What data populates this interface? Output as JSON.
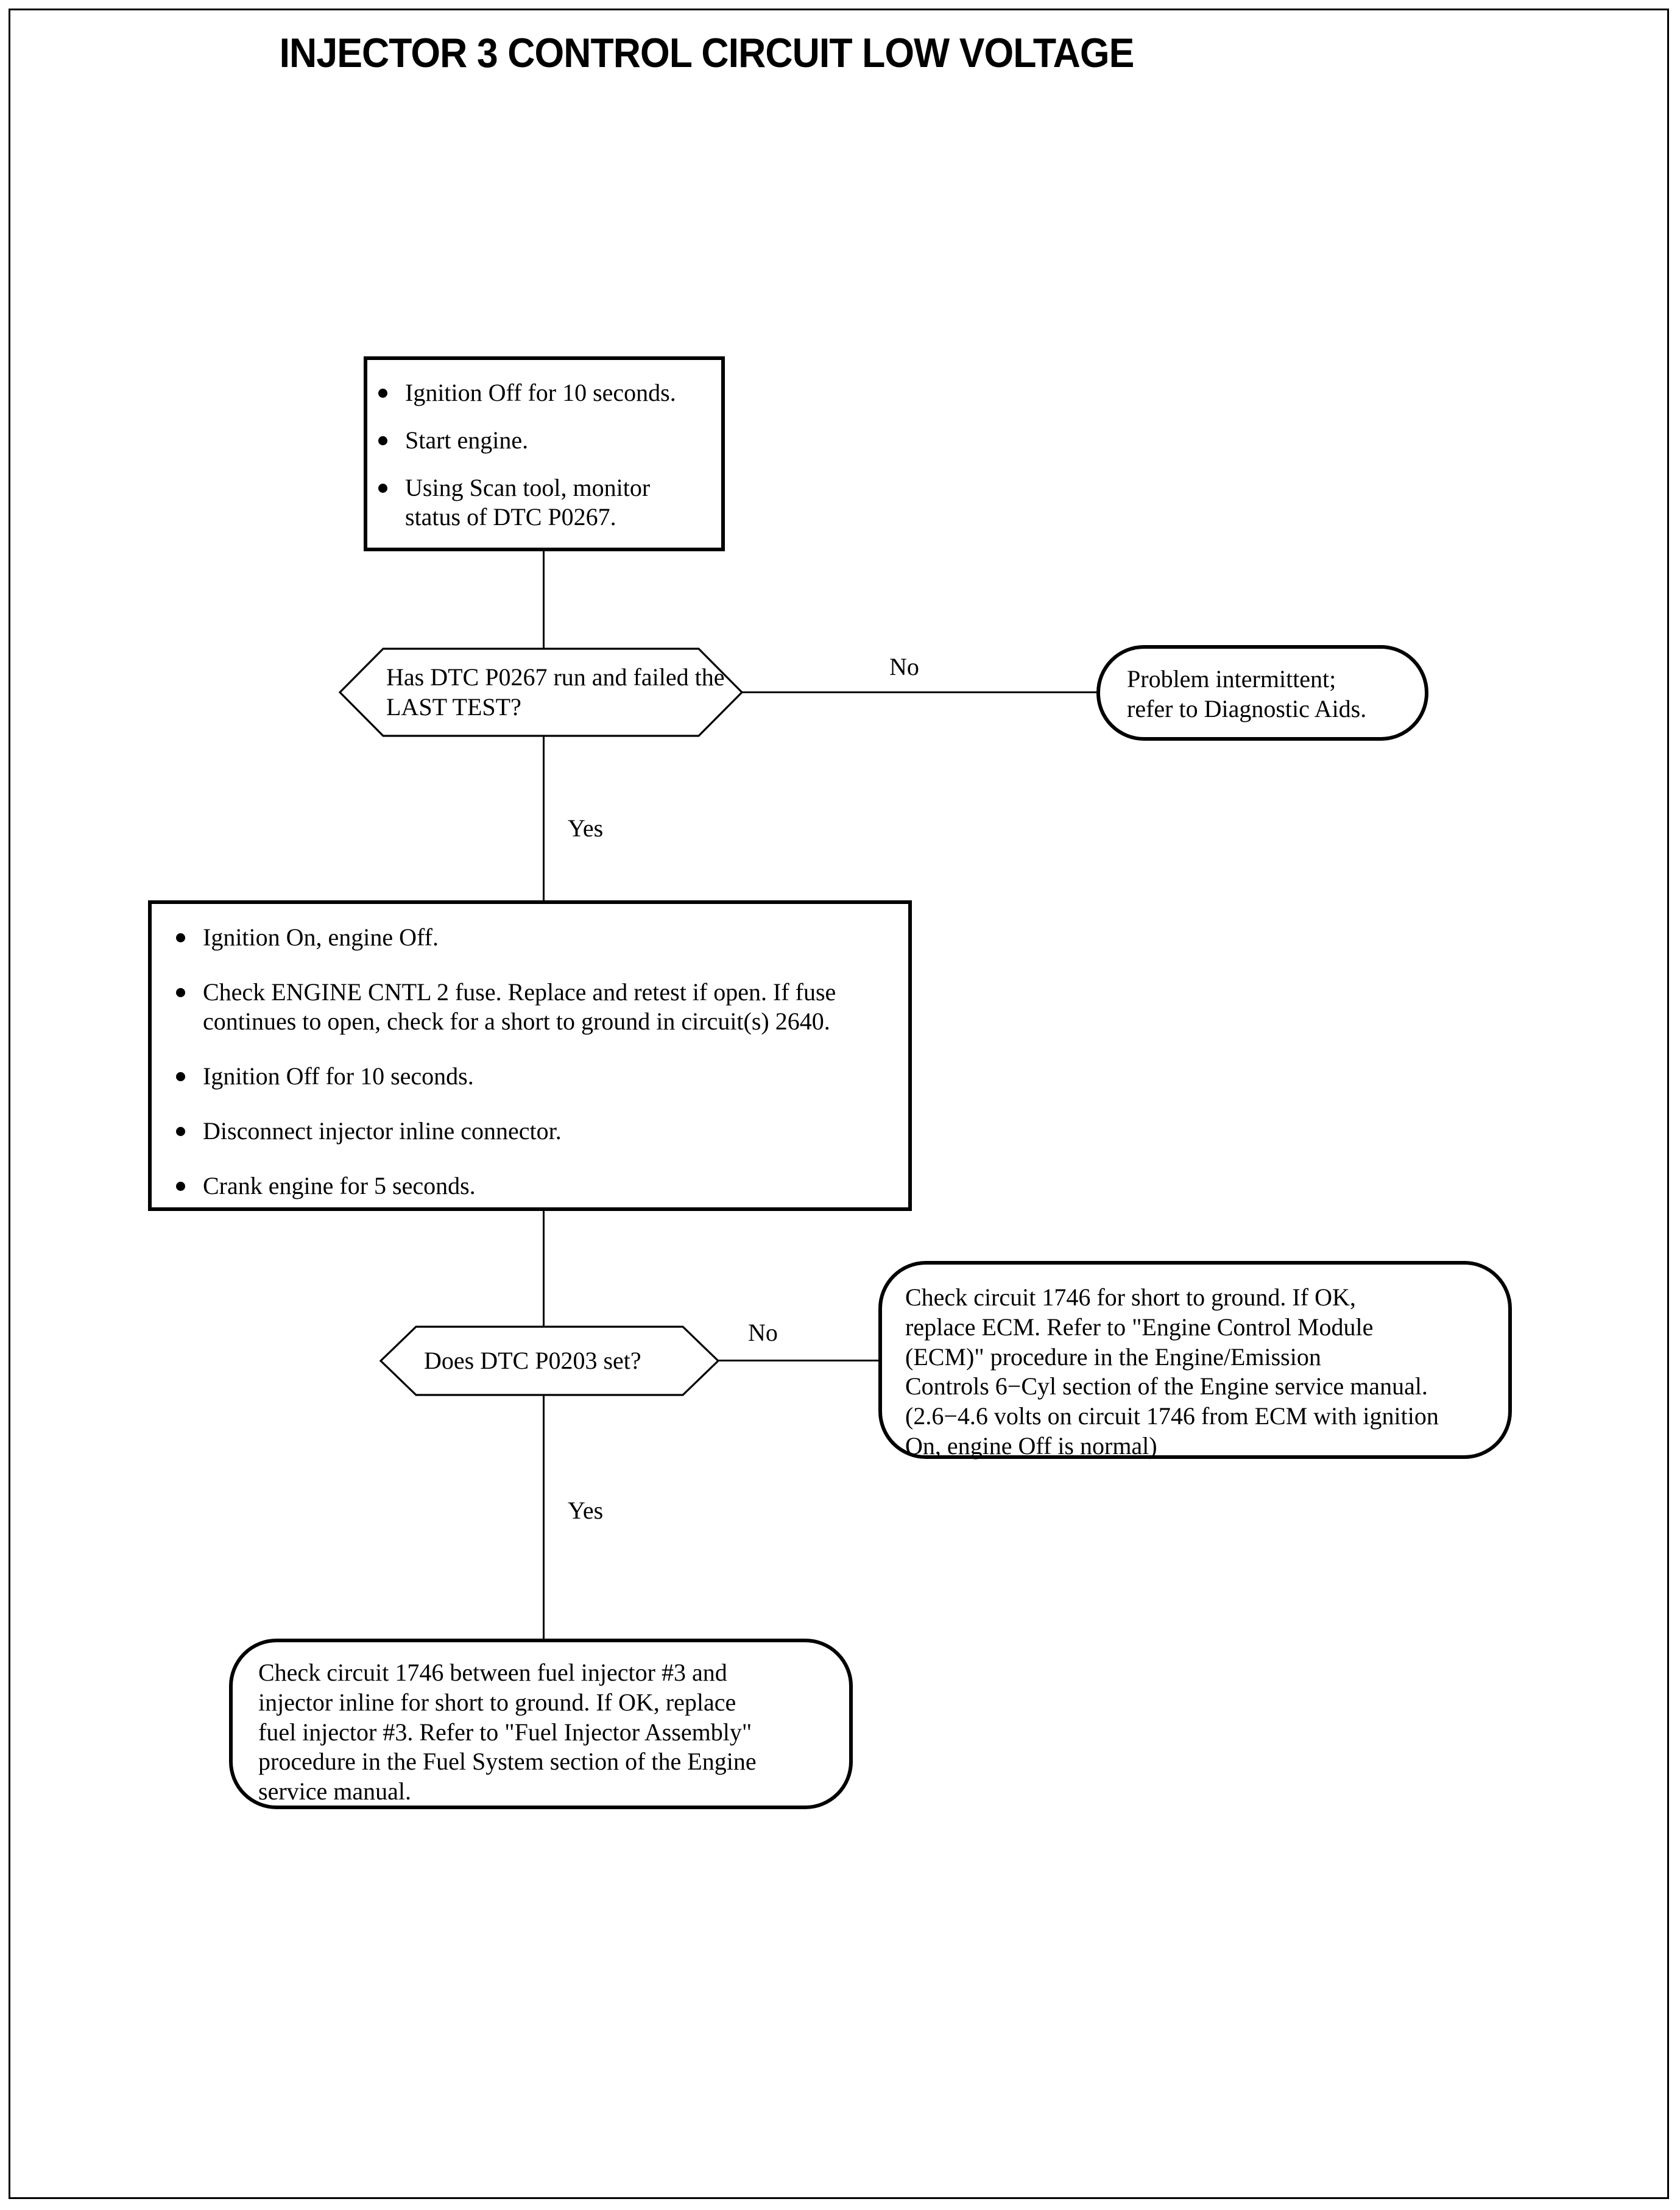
{
  "document": {
    "title": "INJECTOR 3 CONTROL CIRCUIT LOW VOLTAGE"
  },
  "flowchart": {
    "step1": {
      "type": "process",
      "bullets": [
        "Ignition Off for 10 seconds.",
        "Start engine.",
        "Using Scan tool, monitor\nstatus of DTC P0267."
      ]
    },
    "decision1": {
      "type": "decision",
      "line1": "Has DTC P0267 run",
      "line2": "and failed the LAST TEST?",
      "yes_label": "Yes",
      "no_label": "No"
    },
    "terminal1": {
      "type": "terminal",
      "line1": "Problem intermittent;",
      "line2": "refer to Diagnostic Aids."
    },
    "step2": {
      "type": "process",
      "bullets": [
        "Ignition On, engine Off.",
        "Check ENGINE CNTL 2 fuse.  Replace and retest if open. If fuse\ncontinues to open, check for a short to ground in circuit(s) 2640.",
        "Ignition Off for 10 seconds.",
        "Disconnect injector inline connector.",
        "Crank engine for 5 seconds."
      ]
    },
    "decision2": {
      "type": "decision",
      "line1": "Does DTC P0203 set?",
      "yes_label": "Yes",
      "no_label": "No"
    },
    "terminal2": {
      "type": "terminal",
      "lines": [
        "Check circuit 1746 for short to ground. If OK,",
        "replace ECM. Refer to \"Engine Control Module",
        "(ECM)\" procedure in the Engine/Emission",
        "Controls 6−Cyl section of the Engine service manual.",
        "(2.6−4.6 volts on circuit 1746 from ECM with ignition",
        "On, engine Off is normal)"
      ]
    },
    "terminal3": {
      "type": "terminal",
      "lines": [
        "Check circuit 1746 between fuel injector #3 and",
        "injector inline for short to ground. If OK, replace",
        "fuel injector #3. Refer to \"Fuel Injector Assembly\"",
        "procedure in the Fuel System section of the Engine",
        "service manual."
      ]
    }
  },
  "colors": {
    "stroke": "#000000",
    "background": "#ffffff"
  }
}
